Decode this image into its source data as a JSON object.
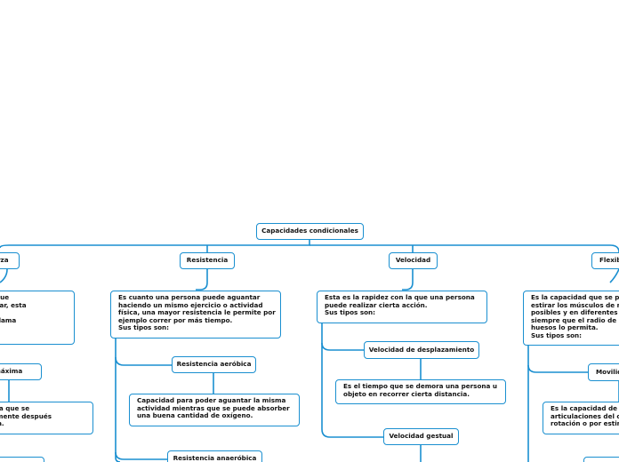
{
  "map": {
    "root": "Capacidades condicionales",
    "fuerza": {
      "title": "Fuerza",
      "desc": "La cantidad de peso que\npuede mover o levantar, esta\nes tipo de sistema\nal músculo que se le llama",
      "maxima": "Fuerza máxima",
      "maxima_desc": "Es el de mayor magnitud a la que se\npuede mantener indefinidamente después\nde un ciclo y sin tener fatiga."
    },
    "resistencia": {
      "title": "Resistencia",
      "desc": "Es cuanto una persona puede aguantar\nhaciendo un mismo ejercicio o actividad\nfísica, una mayor resistencia le permite por\nejemplo correr por más tiempo.\nSus tipos son:",
      "aerobica": "Resistencia aeróbica",
      "aerobica_desc": "Capacidad para poder aguantar la misma\nactividad mientras que se puede absorber\nuna buena cantidad de oxígeno.",
      "anaerobica": "Resistencia anaeróbica"
    },
    "velocidad": {
      "title": "Velocidad",
      "desc": "Esta es la rapidez con la que una persona\npuede realizar cierta acción.\nSus tipos son:",
      "desplazamiento": "Velocidad de desplazamiento",
      "desplazamiento_desc": "Es el tiempo que se demora una persona u\nobjeto en recorrer cierta distancia.",
      "gestual": "Velocidad gestual"
    },
    "flexibilidad": {
      "title": "Flexibilidad",
      "desc": "Es la capacidad que se posee para\nestirar los músculos de manera\nposibles y en diferentes direcciones,\nsiempre que el radio de movilidad de los\nhuesos lo permita.\nSus tipos son:",
      "movilidad": "Movilidad articular",
      "movilidad_desc": "Es la capacidad de mover las\narticulaciones del cuerpo\nrotación o por estiramiento."
    }
  },
  "colors": {
    "line": "#1a8fd0",
    "border": "#1a8fd0",
    "text": "#111111"
  }
}
